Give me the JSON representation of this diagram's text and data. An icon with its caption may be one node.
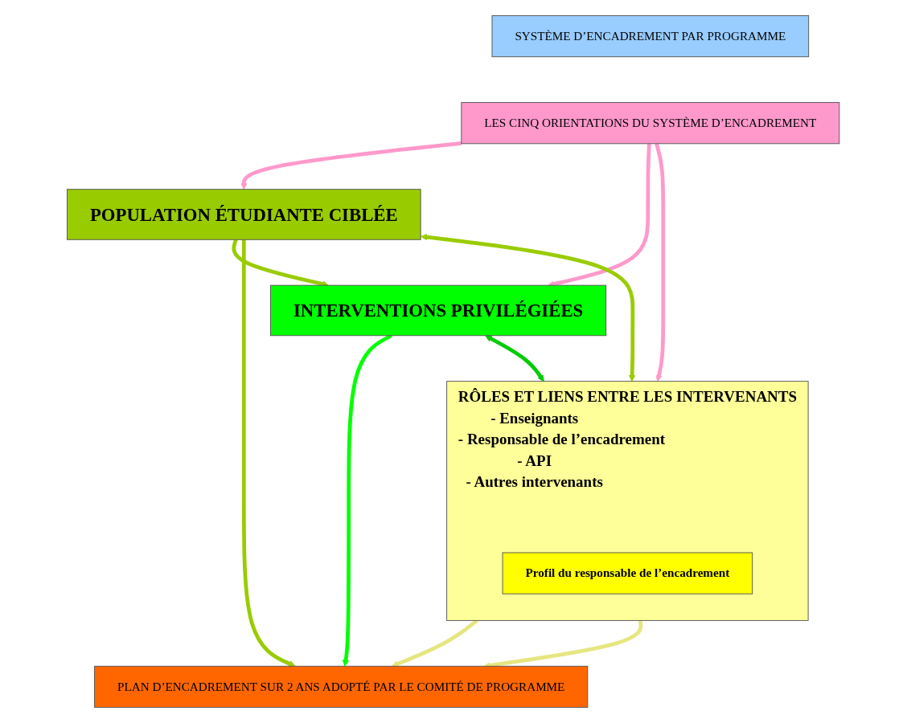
{
  "diagram": {
    "nodes": [
      {
        "text": [
          "SYSTÈME D’ENCADREMENT PAR PROGRAMME"
        ]
      },
      {
        "text": [
          "LES CINQ ORIENTATIONS DU SYSTÈME D’ENCADREMENT"
        ]
      },
      {
        "text": [
          "POPULATION ÉTUDIANTE CIBLÉE"
        ]
      },
      {
        "text": [
          "INTERVENTIONS PRIVILÉGIÉES"
        ]
      },
      {
        "text": [
          "RÔLES ET LIENS ENTRE LES INTERVENANTS",
          "- Enseignants",
          "- Responsable de l’encadrement",
          "- API",
          "- Autres intervenants"
        ]
      },
      {
        "text": [
          "Profil du responsable de l’encadrement"
        ],
        "in": 4
      },
      {
        "text": [
          "PLAN D’ENCADREMENT SUR 2 ANS ADOPTÉ PAR LE COMITÉ DE PROGRAMME"
        ]
      }
    ],
    "edges": [
      {
        "from": 1,
        "to": 2,
        "arrow": "to",
        "color": "#ff99cc"
      },
      {
        "from": 1,
        "to": 4,
        "arrow": "to",
        "color": "#ff99cc"
      },
      {
        "from": 1,
        "to": 3,
        "arrow": "to",
        "color": "#ff99cc"
      },
      {
        "from": 2,
        "to": 3,
        "arrow": "to",
        "color": "#99cc00"
      },
      {
        "from": 2,
        "to": 4,
        "arrow": "both",
        "color": "#99cc00"
      },
      {
        "from": 3,
        "to": 4,
        "arrow": "both",
        "color": "#00cc00"
      },
      {
        "from": 2,
        "to": 6,
        "arrow": "to",
        "color": "#99cc00"
      },
      {
        "from": 4,
        "to": 6,
        "arrow": "to",
        "color": "#e6e680"
      },
      {
        "from": 4,
        "to": 6,
        "arrow": "to",
        "color": "#e6e680"
      },
      {
        "from": 3,
        "to": 6,
        "arrow": "to",
        "color": "#00ff00"
      }
    ]
  }
}
